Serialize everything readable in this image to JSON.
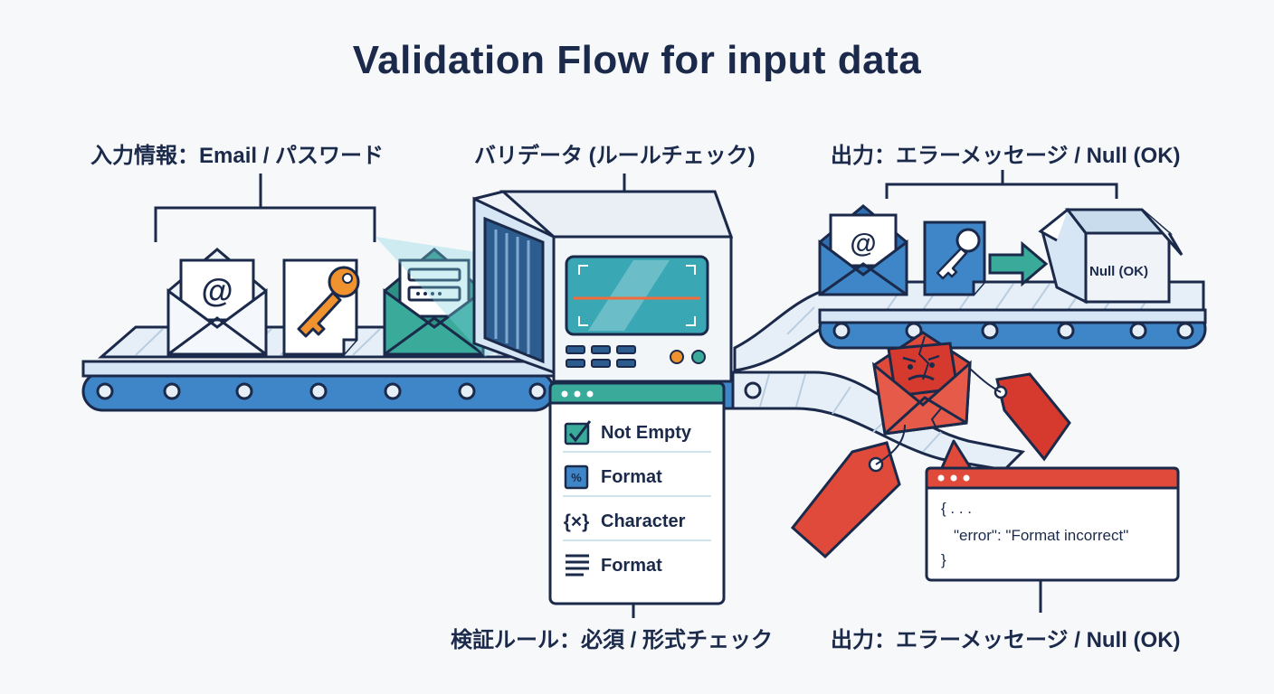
{
  "title": "Validation Flow for input data",
  "labels": {
    "input": "入力情報：Email / パスワード",
    "validator": "バリデータ (ルールチェック)",
    "output_top": "出力：エラーメッセージ / Null (OK)",
    "rules": "検証ルール：必須 / 形式チェック",
    "output_bottom": "出力：エラーメッセージ / Null (OK)"
  },
  "rules_panel": {
    "items": [
      {
        "label": "Not Empty",
        "icon": "checkbox-icon"
      },
      {
        "label": "Format",
        "icon": "format-icon"
      },
      {
        "label": "Character",
        "icon": "braces-icon"
      },
      {
        "label": "Format",
        "icon": "lines-icon"
      }
    ]
  },
  "ok_box": {
    "label": "Null (OK)"
  },
  "error_panel": {
    "line1": "{   . . .",
    "line2": "\"error\": \"Format incorrect\"",
    "line3": "}"
  },
  "colors": {
    "navy": "#1b2a4a",
    "teal": "#3aaa9b",
    "blue": "#3f86c8",
    "orange": "#f0922e",
    "red": "#e04a3a"
  }
}
